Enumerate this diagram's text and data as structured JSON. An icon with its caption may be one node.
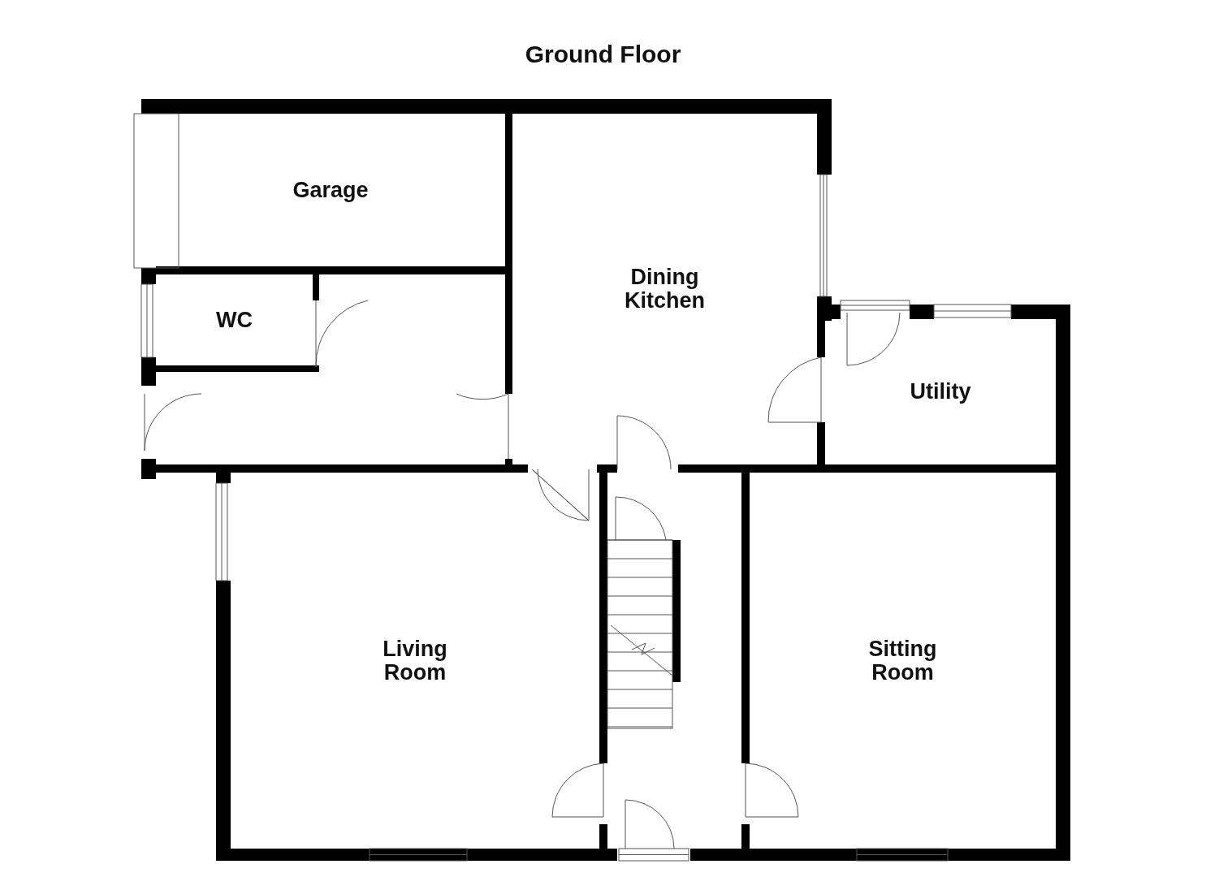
{
  "diagram": {
    "title": "Ground Floor",
    "nodes": [
      {
        "text": [
          "Garage"
        ]
      },
      {
        "text": [
          "WC"
        ]
      },
      {
        "text": [
          "Dining Kitchen"
        ]
      },
      {
        "text": [
          "Utility"
        ]
      },
      {
        "text": [
          "Living Room"
        ]
      },
      {
        "text": [
          "Sitting Room"
        ]
      }
    ]
  }
}
